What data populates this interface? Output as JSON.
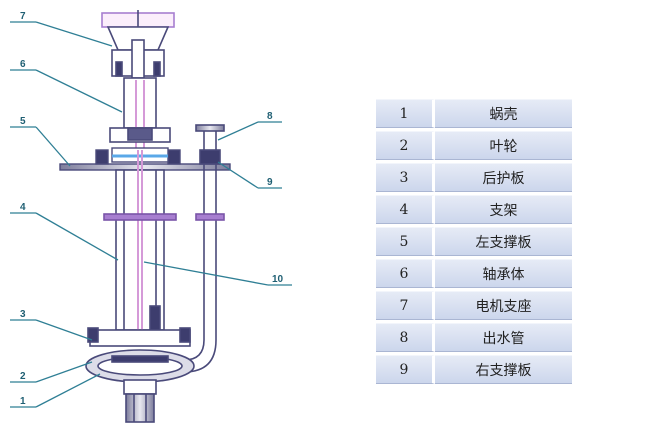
{
  "callouts": [
    "7",
    "6",
    "5",
    "4",
    "3",
    "2",
    "1",
    "8",
    "9",
    "10"
  ],
  "parts": [
    {
      "num": "1",
      "name": "蜗壳"
    },
    {
      "num": "2",
      "name": "叶轮"
    },
    {
      "num": "3",
      "name": "后护板"
    },
    {
      "num": "4",
      "name": "支架"
    },
    {
      "num": "5",
      "name": "左支撑板"
    },
    {
      "num": "6",
      "name": "轴承体"
    },
    {
      "num": "7",
      "name": "电机支座"
    },
    {
      "num": "8",
      "name": "出水管"
    },
    {
      "num": "9",
      "name": "右支撑板"
    }
  ],
  "colors": {
    "callout_line": "#2f7f95",
    "outline": "#4a4a7a",
    "shaft": "#d59ad8",
    "flange": "#a77ed0",
    "bolt": "#3d3d6e",
    "row_light": "#e6ebf6",
    "row_dark": "#ccd6ec"
  }
}
